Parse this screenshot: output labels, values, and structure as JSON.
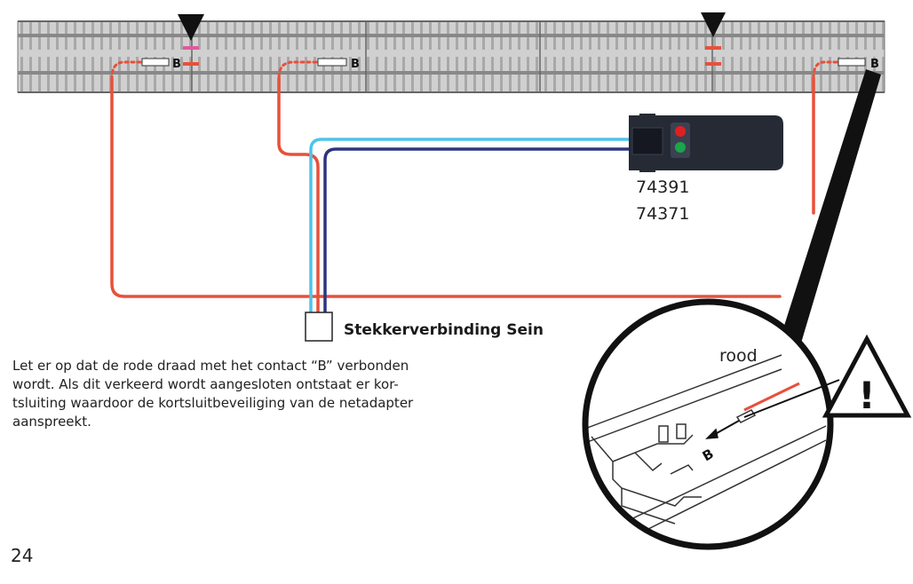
{
  "colors": {
    "red_wire": "#e8503a",
    "light_blue_wire": "#4fc3e8",
    "dark_blue_wire": "#2b3580",
    "track_bed": "#c9c9c9",
    "track_sleeper": "#9a9a9a",
    "signal_body": "#252a35",
    "led_red": "#e02020",
    "led_green": "#1aa64a",
    "isolation_mark": "#e05a9a"
  },
  "icons": [
    "separation-arrow-icon",
    "plug-connector-icon",
    "signal-module-icon",
    "warning-triangle-icon",
    "magnifier-circle-icon"
  ],
  "labels": {
    "contact_b": "B",
    "model_1": "74391",
    "model_2": "74371",
    "plug_connection": "Stekkerverbinding Sein",
    "wire_color": "rood",
    "detail_contact": "B",
    "warning_symbol": "!"
  },
  "note": {
    "line1": "Let er op dat de rode draad met het contact “B” verbonden",
    "line2": "wordt. Als dit verkeerd wordt aangesloten ontstaat er kor-",
    "line3": "tsluiting waardoor de kortsluitbeveiliging van de netadapter",
    "line4": "aanspreekt."
  },
  "page_number": "24"
}
